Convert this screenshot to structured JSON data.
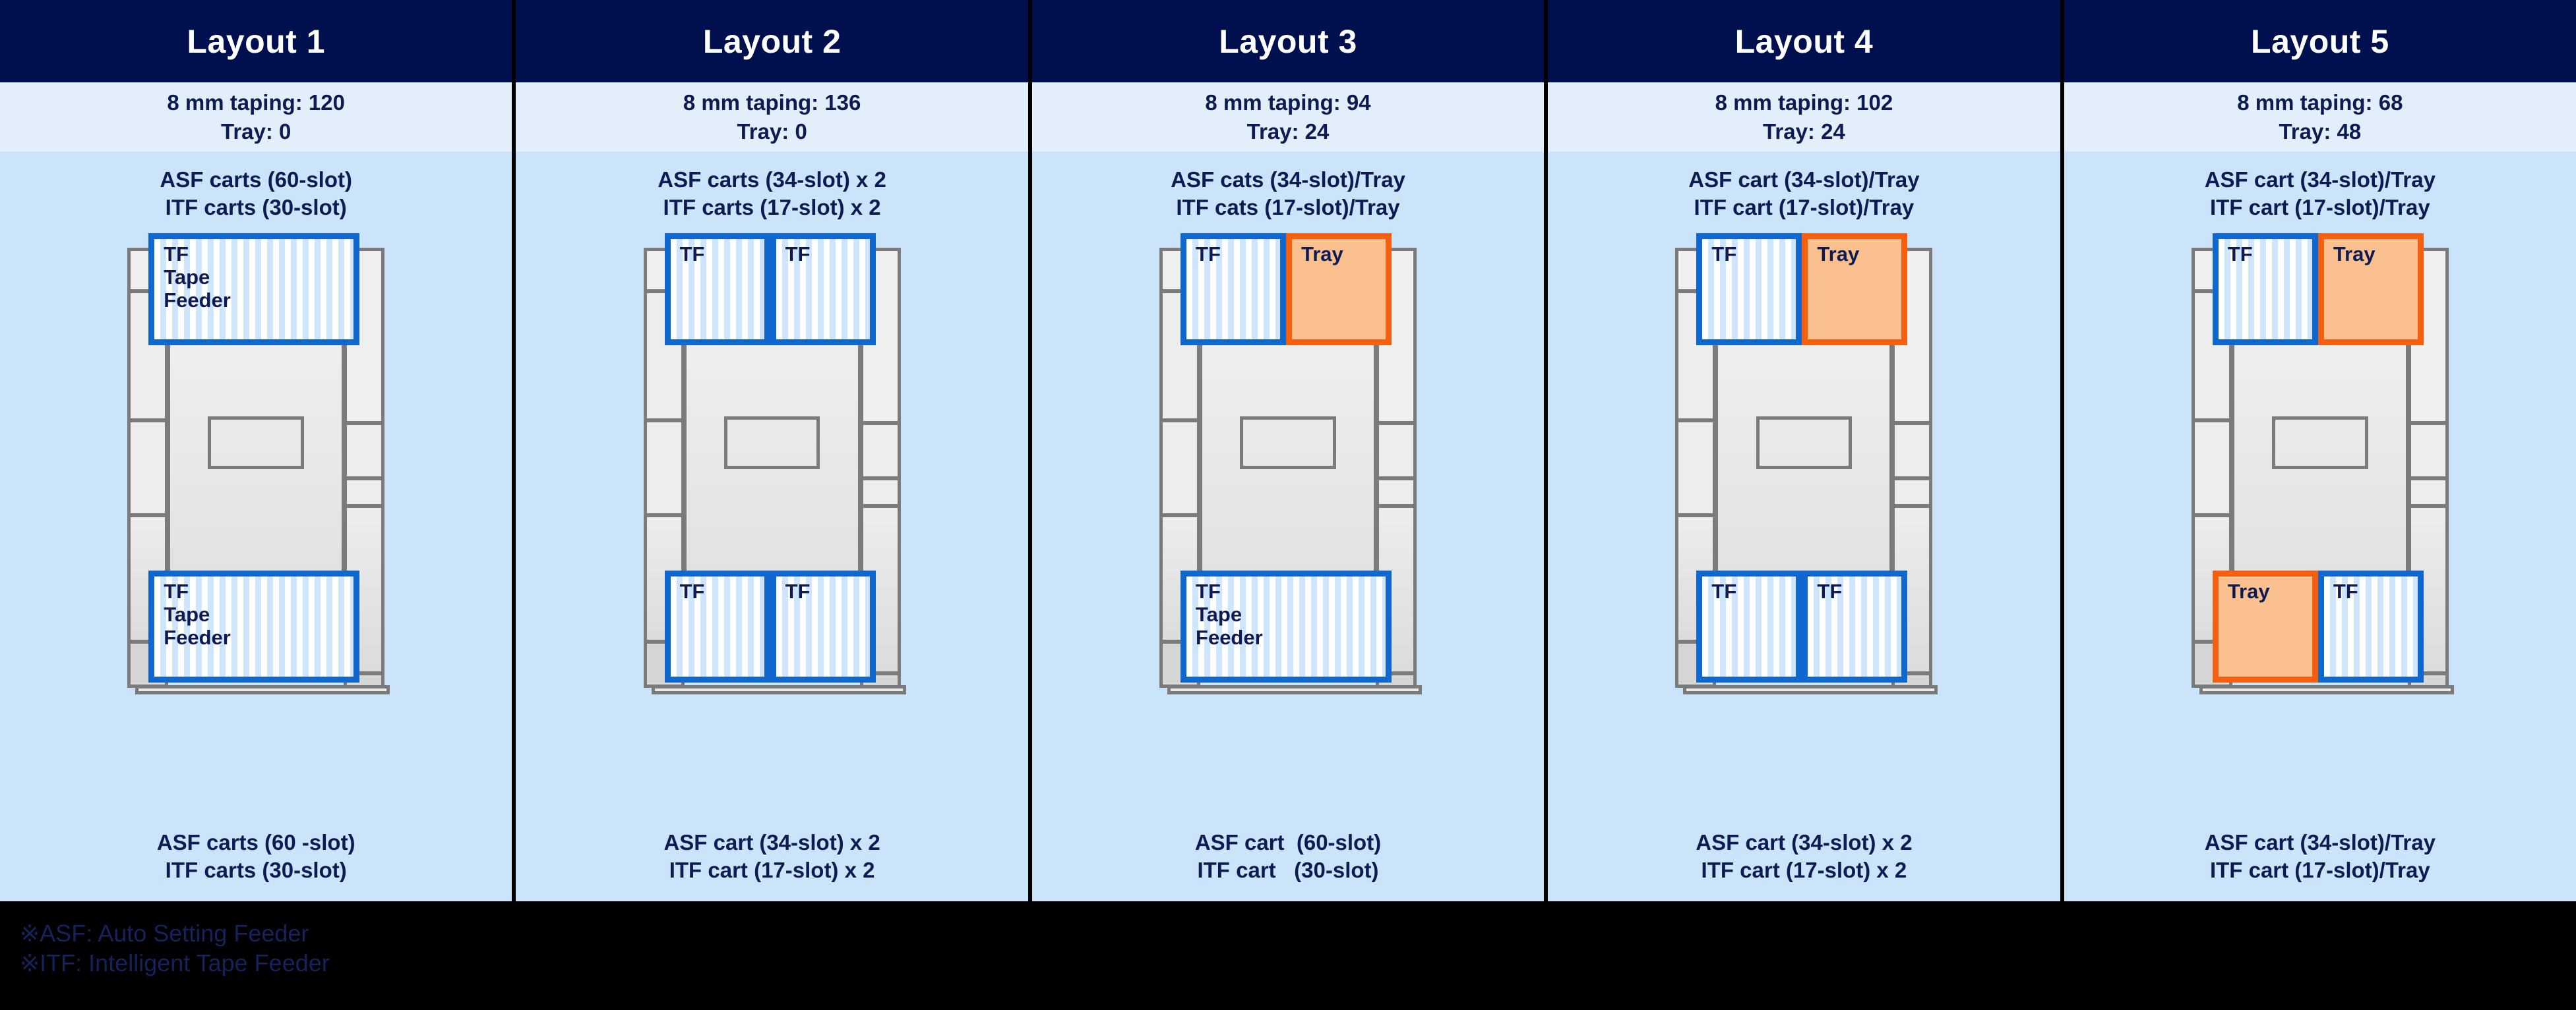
{
  "columns": [
    {
      "title": "Layout 1",
      "counts": {
        "taping": "8 mm taping: 120",
        "tray": "Tray: 0"
      },
      "caption_top": "ASF carts (60-slot)\nITF carts (30-slot)",
      "caption_bottom": "ASF carts (60 -slot)\nITF carts (30-slot)",
      "feeder_top": [
        {
          "kind": "tf",
          "label": "TF\nTape\nFeeder"
        }
      ],
      "feeder_bottom": [
        {
          "kind": "tf",
          "label": "TF\nTape\nFeeder"
        }
      ]
    },
    {
      "title": "Layout 2",
      "counts": {
        "taping": "8 mm taping: 136",
        "tray": "Tray: 0"
      },
      "caption_top": "ASF carts (34-slot) x 2\nITF carts (17-slot) x 2",
      "caption_bottom": "ASF cart (34-slot) x 2\nITF cart (17-slot) x 2",
      "feeder_top": [
        {
          "kind": "tf",
          "label": "TF"
        },
        {
          "kind": "tf",
          "label": "TF"
        }
      ],
      "feeder_bottom": [
        {
          "kind": "tf",
          "label": "TF"
        },
        {
          "kind": "tf",
          "label": "TF"
        }
      ]
    },
    {
      "title": "Layout 3",
      "counts": {
        "taping": "8 mm taping: 94",
        "tray": "Tray: 24"
      },
      "caption_top": "ASF cats (34-slot)/Tray\nITF cats (17-slot)/Tray",
      "caption_bottom": "ASF cart  (60-slot)\nITF cart   (30-slot)",
      "feeder_top": [
        {
          "kind": "tf",
          "label": "TF"
        },
        {
          "kind": "tray",
          "label": "Tray"
        }
      ],
      "feeder_bottom": [
        {
          "kind": "tf",
          "label": "TF\nTape\nFeeder"
        }
      ]
    },
    {
      "title": "Layout 4",
      "counts": {
        "taping": "8 mm taping: 102",
        "tray": "Tray: 24"
      },
      "caption_top": "ASF cart (34-slot)/Tray\nITF cart (17-slot)/Tray",
      "caption_bottom": "ASF cart (34-slot) x 2\nITF cart (17-slot) x 2",
      "feeder_top": [
        {
          "kind": "tf",
          "label": "TF"
        },
        {
          "kind": "tray",
          "label": "Tray"
        }
      ],
      "feeder_bottom": [
        {
          "kind": "tf",
          "label": "TF"
        },
        {
          "kind": "tf",
          "label": "TF"
        }
      ]
    },
    {
      "title": "Layout 5",
      "counts": {
        "taping": "8 mm taping: 68",
        "tray": "Tray: 48"
      },
      "caption_top": "ASF cart (34-slot)/Tray\nITF cart (17-slot)/Tray",
      "caption_bottom": "ASF cart (34-slot)/Tray\nITF cart (17-slot)/Tray",
      "feeder_top": [
        {
          "kind": "tf",
          "label": "TF"
        },
        {
          "kind": "tray",
          "label": "Tray"
        }
      ],
      "feeder_bottom": [
        {
          "kind": "tray",
          "label": "Tray"
        },
        {
          "kind": "tf",
          "label": "TF"
        }
      ]
    }
  ],
  "notes": [
    "※ASF: Auto Setting Feeder",
    "※ITF: Intelligent Tape Feeder"
  ],
  "colors": {
    "header_bg": "#000f4e",
    "header_text": "#ffffff",
    "counts_bg": "#e2effa",
    "body_bg": "#cbe4f9",
    "text_navy": "#0d1b52",
    "tf_border": "#1068ce",
    "tf_stripe": "#cfe5fb",
    "tray_border": "#f4600f",
    "tray_fill": "#fac090",
    "machine_outline": "#7b7b7b",
    "page_bg": "#000000",
    "note_text": "#15225c"
  }
}
